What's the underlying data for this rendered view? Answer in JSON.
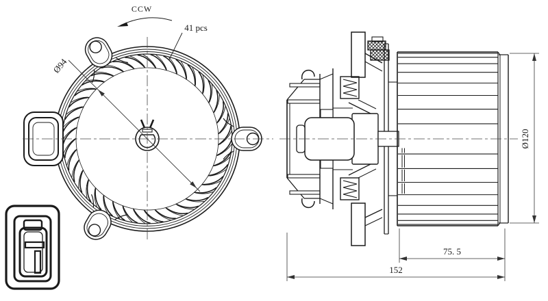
{
  "drawing": {
    "front_view": {
      "rotation_label": "CCW",
      "blade_count_label": "41 pcs",
      "hub_circle_diameter_label": "Ø94"
    },
    "side_view": {
      "outer_diameter_label": "Ø120",
      "wheel_width_label": "75. 5",
      "total_length_label": "152"
    },
    "line_color": "#1a1a1a",
    "background_color": "#ffffff"
  }
}
